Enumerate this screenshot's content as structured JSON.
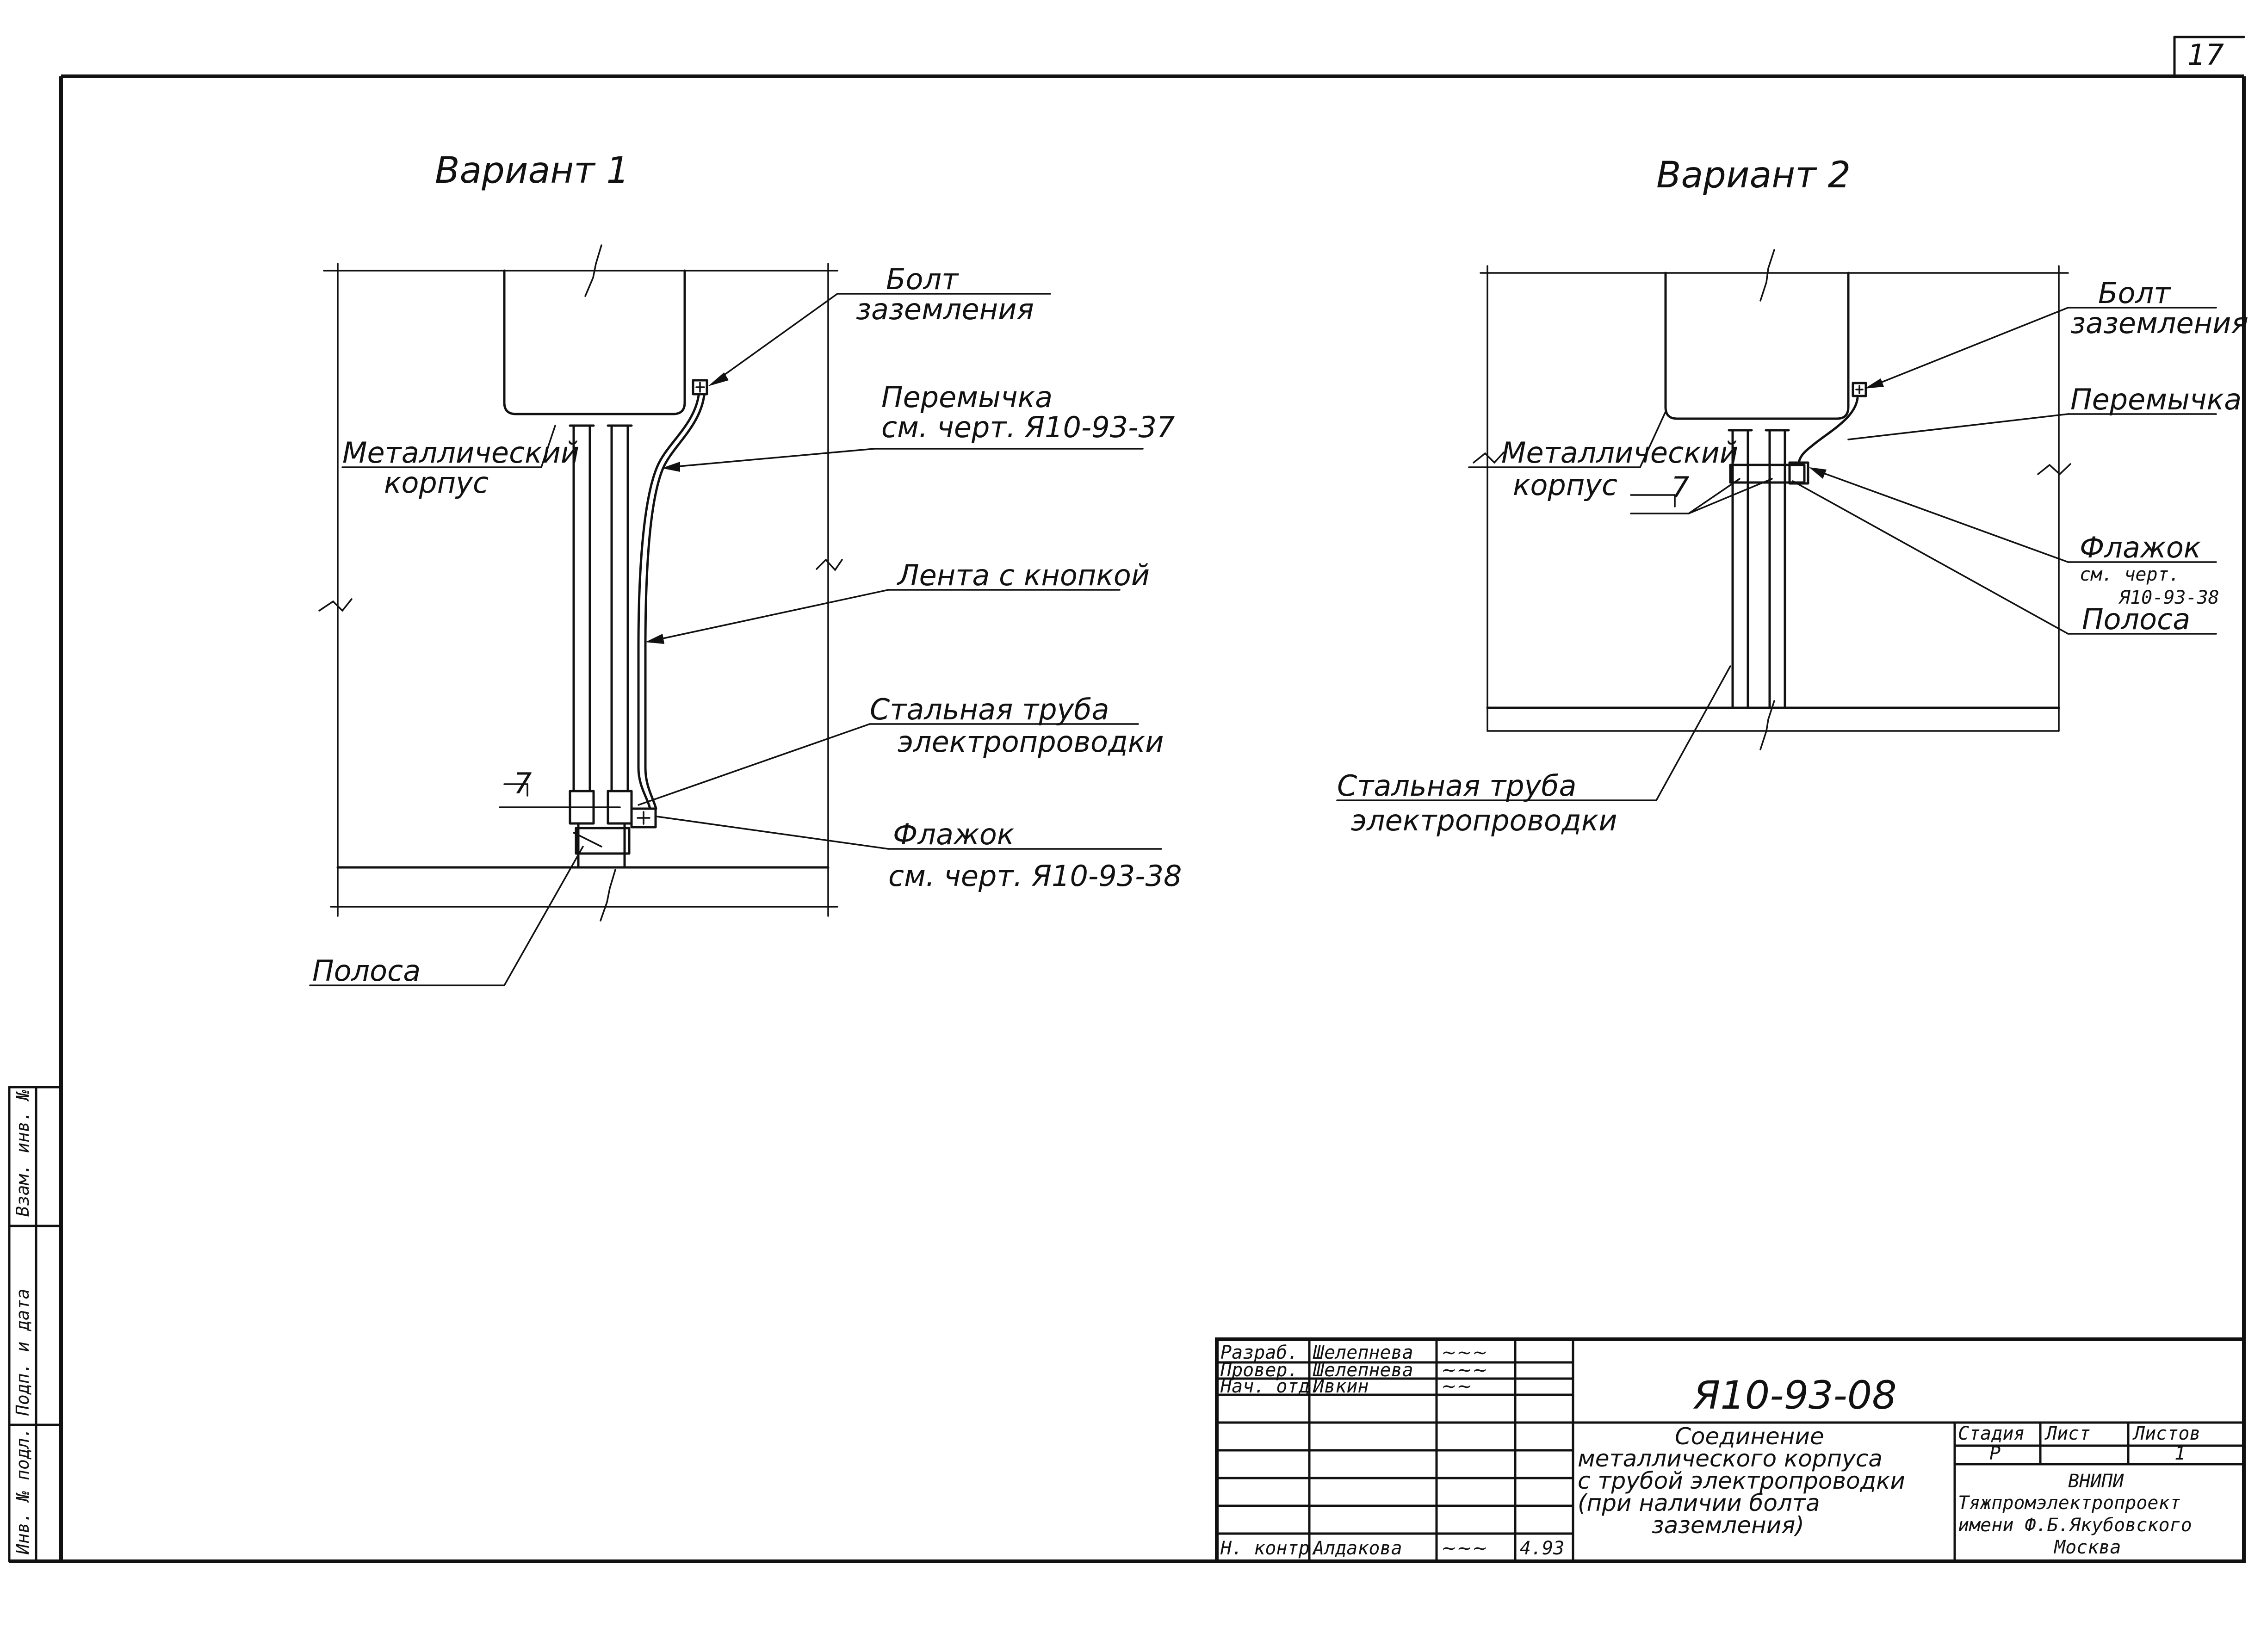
{
  "sheet_number": "17",
  "variant_1": {
    "title": "Вариант 1",
    "labels": {
      "bolt_line1": "Болт",
      "bolt_line2": "заземления",
      "jumper_line1": "Перемычка",
      "jumper_line2": "см. черт. Я10-93-37",
      "metal_line1": "Металлический",
      "metal_line2": "корпус",
      "tape": "Лента с кнопкой",
      "pipe_line1": "Стальная труба",
      "pipe_line2": "электропроводки",
      "flag_line1": "Флажок",
      "flag_line2": "см. черт. Я10-93-38",
      "strip": "Полоса",
      "section_mark": "7"
    }
  },
  "variant_2": {
    "title": "Вариант 2",
    "labels": {
      "bolt_line1": "Болт",
      "bolt_line2": "заземления",
      "jumper": "Перемычка",
      "metal_line1": "Металлический",
      "metal_line2": "корпус",
      "flag_line1": "Флажок",
      "flag_line2": "см. черт.",
      "flag_line3": "Я10-93-38",
      "strip": "Полоса",
      "pipe_line1": "Стальная труба",
      "pipe_line2": "электропроводки",
      "section_mark": "7"
    }
  },
  "side_stamp": {
    "inv_orig": "Инв. № подл.",
    "sign_date": "Подп. и дата",
    "replace_inv": "Взам. инв. №"
  },
  "title_block": {
    "rows": [
      {
        "role": "Разраб.",
        "name": "Шелепнева",
        "sig": "~~~"
      },
      {
        "role": "Провер.",
        "name": "Шелепнева",
        "sig": "~~~"
      },
      {
        "role": "Нач. отд.",
        "name": "Ивкин",
        "sig": "~~"
      },
      {
        "role": "",
        "name": "",
        "sig": ""
      },
      {
        "role": "",
        "name": "",
        "sig": ""
      },
      {
        "role": "",
        "name": "",
        "sig": ""
      },
      {
        "role": "",
        "name": "",
        "sig": ""
      },
      {
        "role": "Н. контр.",
        "name": "Алдакова",
        "sig": "~~~",
        "date": "4.93"
      }
    ],
    "code": "Я10-93-08",
    "description_lines": [
      "Соединение",
      "металлического корпуса",
      "с трубой электропроводки",
      "(при наличии болта",
      "заземления)"
    ],
    "stage_header": "Стадия",
    "sheet_header": "Лист",
    "sheets_header": "Листов",
    "stage_value": "Р",
    "sheet_value": "",
    "sheets_value": "1",
    "org_lines": [
      "ВНИПИ",
      "Тяжпромэлектропроект",
      "имени Ф.Б.Якубовского",
      "Москва"
    ]
  }
}
